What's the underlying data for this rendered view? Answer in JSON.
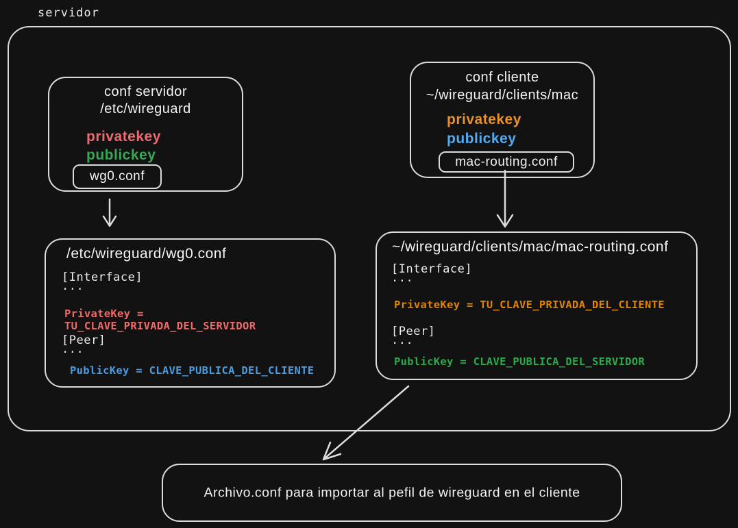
{
  "outer_group": {
    "label": "servidor"
  },
  "server_conf_box": {
    "title_line1": "conf servidor",
    "title_line2": "/etc/wireguard",
    "privatekey_label": "privatekey",
    "publickey_label": "publickey",
    "file_chip": "wg0.conf"
  },
  "client_conf_box": {
    "title_line1": "conf cliente",
    "title_line2": "~/wireguard/clients/mac",
    "privatekey_label": "privatekey",
    "publickey_label": "publickey",
    "file_chip": "mac-routing.conf"
  },
  "server_file_box": {
    "title": "/etc/wireguard/wg0.conf",
    "interface_header": "[Interface]",
    "ellipsis1": "...",
    "private_key_line": "PrivateKey = TU_CLAVE_PRIVADA_DEL_SERVIDOR",
    "peer_header": "[Peer]",
    "ellipsis2": "...",
    "public_key_line": "PublicKey = CLAVE_PUBLICA_DEL_CLIENTE"
  },
  "client_file_box": {
    "title": "~/wireguard/clients/mac/mac-routing.conf",
    "interface_header": "[Interface]",
    "ellipsis1": "...",
    "private_key_line": "PrivateKey = TU_CLAVE_PRIVADA_DEL_CLIENTE",
    "peer_header": "[Peer]",
    "ellipsis2": "...",
    "public_key_line": "PublicKey = CLAVE_PUBLICA_DEL_SERVIDOR"
  },
  "import_note_box": {
    "text": "Archivo.conf para importar al pefil de wireguard en el cliente"
  },
  "colors": {
    "background": "#121212",
    "stroke": "#dcdcdc",
    "text": "#ececec",
    "server_private_red": "#f0696f",
    "server_public_green": "#3aa757",
    "client_private_orange": "#e8912d",
    "client_public_blue": "#55a9ef",
    "code_red": "#ee6b6b",
    "code_blue": "#4a9bdf",
    "code_orange": "#dd8503",
    "code_green": "#2ea84a"
  }
}
